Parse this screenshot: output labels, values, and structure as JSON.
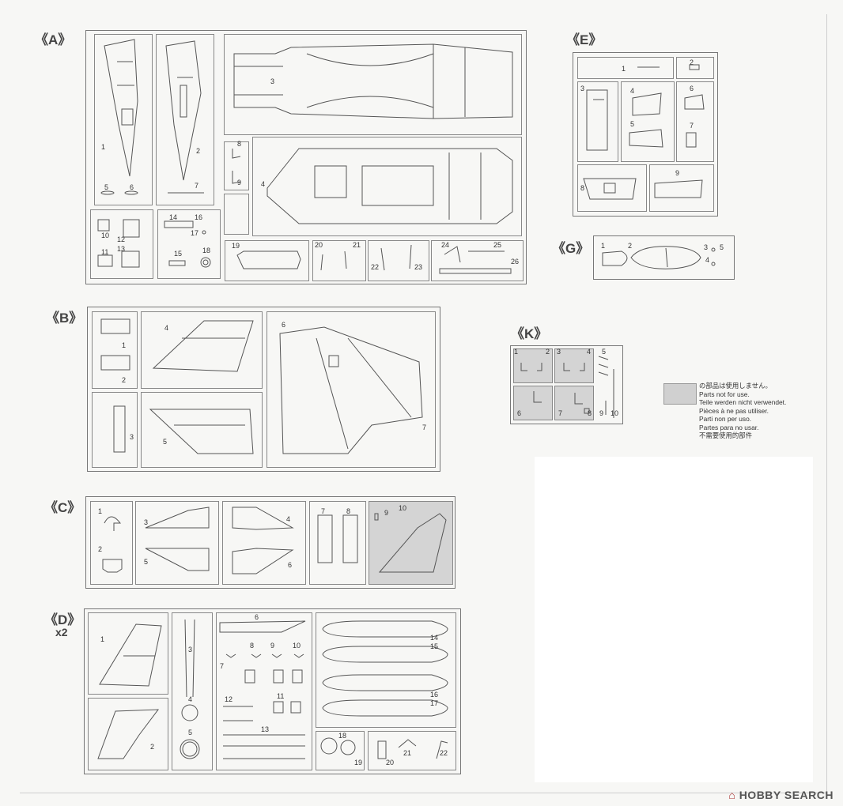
{
  "sprues": {
    "A": {
      "label": "《A》",
      "parts": [
        "1",
        "2",
        "3",
        "4",
        "5",
        "6",
        "7",
        "8",
        "9",
        "10",
        "11",
        "12",
        "13",
        "14",
        "15",
        "16",
        "17",
        "18",
        "19",
        "20",
        "21",
        "22",
        "23",
        "24",
        "25",
        "26"
      ]
    },
    "B": {
      "label": "《B》",
      "parts": [
        "1",
        "2",
        "3",
        "4",
        "5",
        "6",
        "7"
      ]
    },
    "C": {
      "label": "《C》",
      "parts": [
        "1",
        "2",
        "3",
        "4",
        "5",
        "6",
        "7",
        "8",
        "9",
        "10"
      ]
    },
    "D": {
      "label": "《D》",
      "multiplier": "x2",
      "parts": [
        "1",
        "2",
        "3",
        "4",
        "5",
        "6",
        "7",
        "8",
        "9",
        "10",
        "11",
        "12",
        "13",
        "14",
        "15",
        "16",
        "17",
        "18",
        "19",
        "20",
        "21",
        "22"
      ]
    },
    "E": {
      "label": "《E》",
      "parts": [
        "1",
        "2",
        "3",
        "4",
        "5",
        "6",
        "7",
        "8",
        "9"
      ]
    },
    "G": {
      "label": "《G》",
      "parts": [
        "1",
        "2",
        "3",
        "4",
        "5"
      ]
    },
    "K": {
      "label": "《K》",
      "parts": [
        "1",
        "2",
        "3",
        "4",
        "5",
        "6",
        "7",
        "8",
        "9",
        "10"
      ]
    }
  },
  "legend": {
    "lines": [
      "の部品は使用しません。",
      "Parts not for use.",
      "Teile werden nicht verwendet.",
      "Pièces à ne pas utiliser.",
      "Parti non per uso.",
      "Partes para no usar.",
      "不需要使用的部件"
    ]
  },
  "watermark": {
    "icon": "hobby-search-logo",
    "text": "HOBBY SEARCH",
    "prefix": "⌂"
  },
  "colors": {
    "unused_fill": "#d0d0d0",
    "line": "#555555"
  }
}
